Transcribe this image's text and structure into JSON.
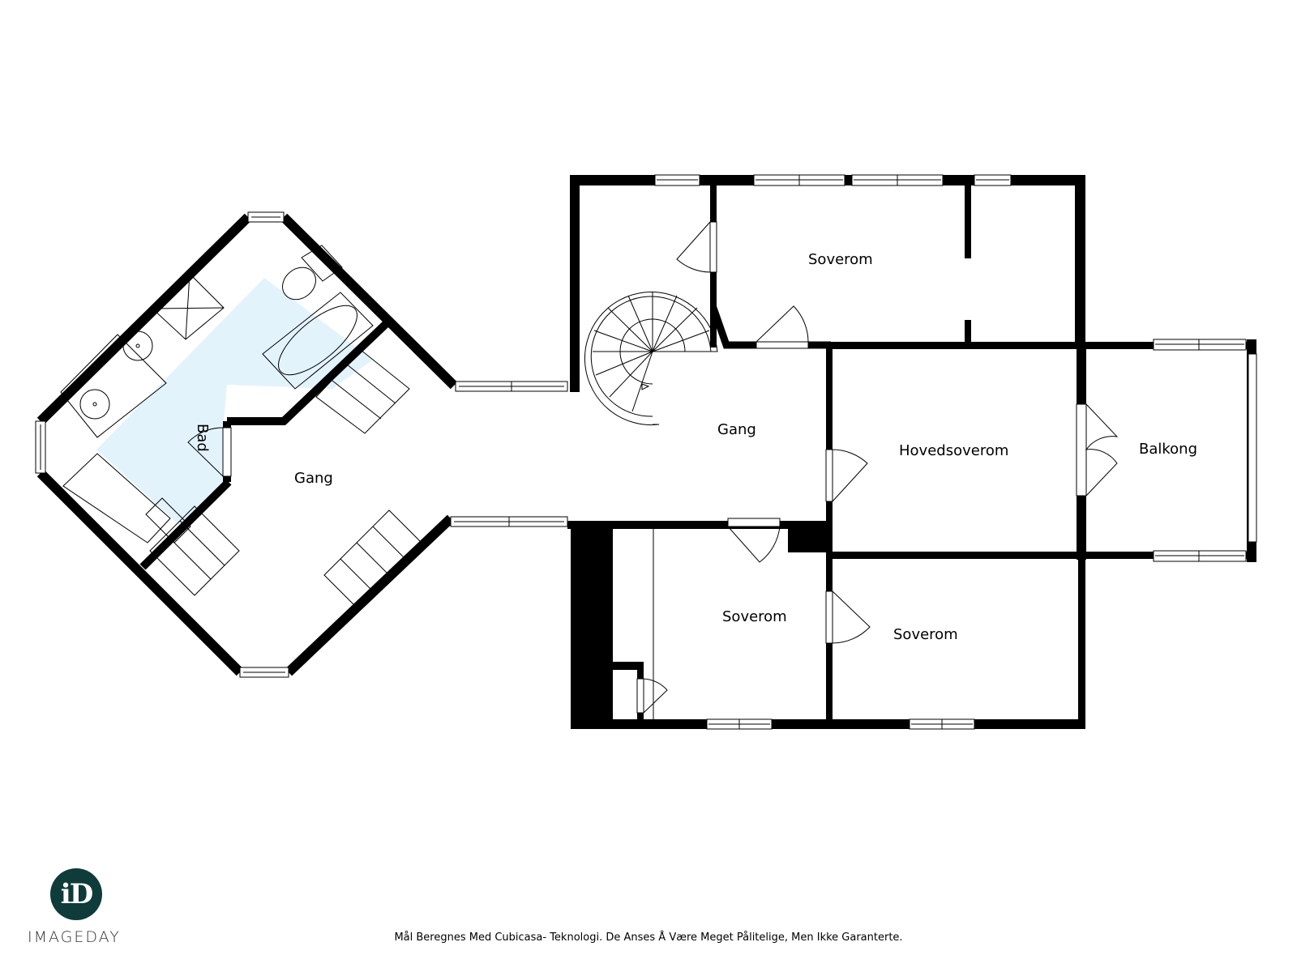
{
  "floorplan": {
    "rooms": [
      {
        "id": "bad",
        "label": "Bad",
        "rotated": true
      },
      {
        "id": "gang_west",
        "label": "Gang"
      },
      {
        "id": "gang_center",
        "label": "Gang"
      },
      {
        "id": "soverom_north",
        "label": "Soverom"
      },
      {
        "id": "hovedsoverom",
        "label": "Hovedsoverom"
      },
      {
        "id": "balkong",
        "label": "Balkong"
      },
      {
        "id": "soverom_southwest",
        "label": "Soverom"
      },
      {
        "id": "soverom_southeast",
        "label": "Soverom"
      }
    ],
    "colors": {
      "walls": "#000000",
      "bathroom_highlight": "#e3f3fb",
      "background": "#ffffff"
    }
  },
  "branding": {
    "logo_text": "iD",
    "name": "IMAGEDAY",
    "logo_color": "#0f3b3a"
  },
  "caption": "Mål Beregnes Med Cubicasa- Teknologi. De Anses Å Være Meget Pålitelige, Men Ikke Garanterte."
}
